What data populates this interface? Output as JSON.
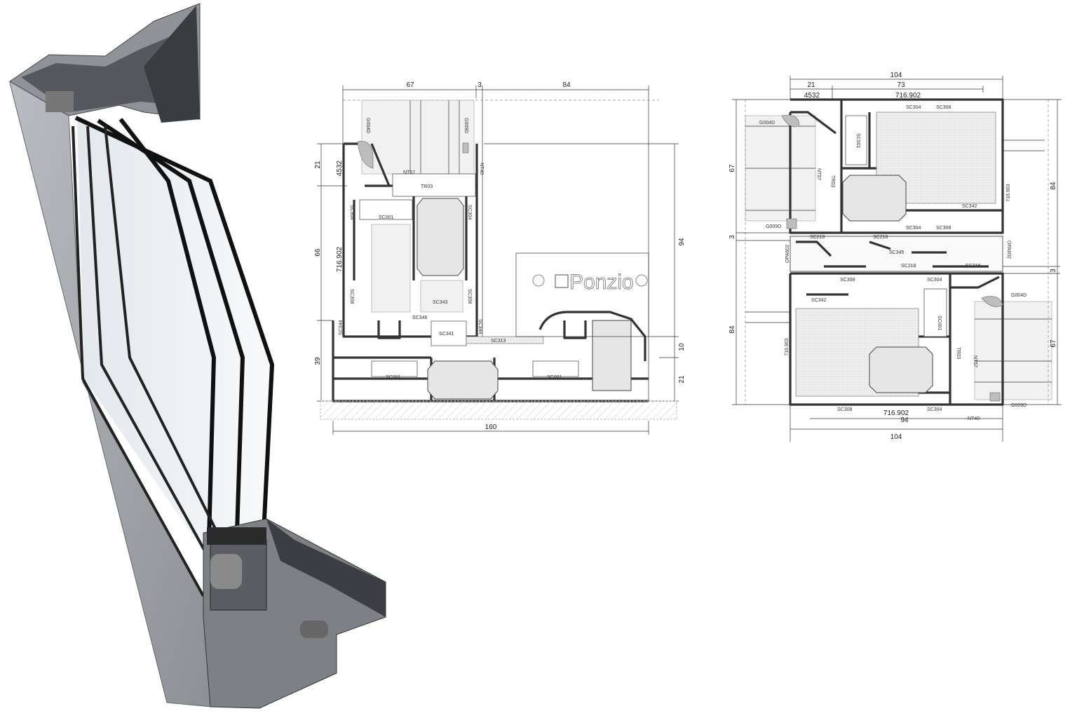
{
  "brand": "Ponzio",
  "colors": {
    "profile": "#333333",
    "insulation": "#e6e6e6",
    "aluminium": "#9a9ea3"
  },
  "render": {
    "name": "3d-window-corner-render"
  },
  "section_sill": {
    "dims": {
      "top_left": "67",
      "top_gap": "3",
      "top_right": "84",
      "left_top": "21",
      "left_mid": "66",
      "left_bottom": "39",
      "right_main": "94",
      "right_10": "10",
      "right_21": "21",
      "bottom": "160"
    },
    "codes": {
      "g004d": "G004D",
      "g009d": "G009D",
      "nt57": "NT57",
      "nt40": "NT40",
      "tr03": "TR03",
      "p4532": "4532",
      "p716902": "716.902",
      "sc001": "SC001",
      "sc304": "SC304",
      "sc308": "SC308",
      "sc343": "SC343",
      "sc346": "SC346",
      "sc344": "SC344",
      "sc341": "SC341",
      "sc313": "SC313"
    }
  },
  "section_meeting": {
    "dims": {
      "top": "104",
      "top_21": "21",
      "top_73": "73",
      "left_67": "67",
      "left_3": "3",
      "left_84": "84",
      "right_84": "84",
      "right_3": "3",
      "right_67": "67",
      "bottom_94": "94",
      "bottom_104": "104"
    },
    "codes": {
      "p4532": "4532",
      "p716902": "716.902",
      "p716903": "716.903",
      "g004d": "G004D",
      "g009d": "G009D",
      "nt57": "NT57",
      "nt40": "NT40",
      "tr03": "TR03",
      "sc001": "SC001",
      "sc304": "SC304",
      "sc308": "SC308",
      "sc342": "SC342",
      "sc218": "SC218",
      "sc345": "SC345",
      "opa602": "OPA602"
    }
  }
}
